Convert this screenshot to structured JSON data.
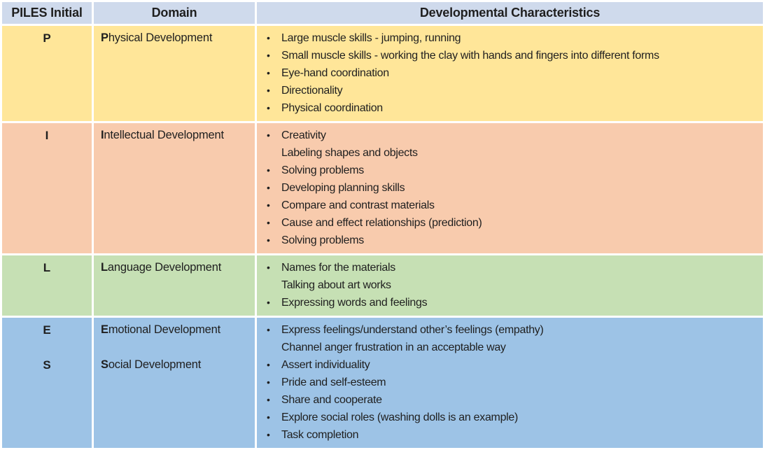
{
  "table": {
    "header": {
      "columns": [
        "PILES Initial",
        "Domain",
        "Developmental Characteristics"
      ]
    },
    "bullet_glyph": "•",
    "colors": {
      "header_bg": "#cfdaec",
      "row_physical_bg": "#ffe699",
      "row_intellectual_bg": "#f8cbad",
      "row_language_bg": "#c6e0b4",
      "row_emotional_social_bg": "#9dc3e6",
      "grid": "#ffffff",
      "text": "#1f1f1f"
    },
    "rows": [
      {
        "id": "physical",
        "bg": "#ffe699",
        "initials": [
          "P"
        ],
        "domains": [
          {
            "lead": "P",
            "rest": "hysical Development"
          }
        ],
        "items": [
          {
            "bullet": true,
            "text": "Large muscle skills - jumping, running"
          },
          {
            "bullet": true,
            "text": "Small muscle skills - working the clay with hands and fingers into different forms"
          },
          {
            "bullet": true,
            "text": "Eye-hand coordination"
          },
          {
            "bullet": true,
            "text": "Directionality"
          },
          {
            "bullet": true,
            "text": "Physical coordination"
          }
        ]
      },
      {
        "id": "intellectual",
        "bg": "#f8cbad",
        "initials": [
          "I"
        ],
        "domains": [
          {
            "lead": "I",
            "rest": "ntellectual Development"
          }
        ],
        "items": [
          {
            "bullet": true,
            "text": "Creativity"
          },
          {
            "bullet": false,
            "text": "Labeling shapes and objects"
          },
          {
            "bullet": true,
            "text": "Solving problems"
          },
          {
            "bullet": true,
            "text": "Developing planning skills"
          },
          {
            "bullet": true,
            "text": "Compare and contrast materials"
          },
          {
            "bullet": true,
            "text": "Cause and effect relationships (prediction)"
          },
          {
            "bullet": true,
            "text": "Solving problems"
          }
        ]
      },
      {
        "id": "language",
        "bg": "#c6e0b4",
        "initials": [
          "L"
        ],
        "domains": [
          {
            "lead": "L",
            "rest": "anguage Development"
          }
        ],
        "items": [
          {
            "bullet": true,
            "text": "Names for the materials"
          },
          {
            "bullet": false,
            "text": "Talking about art works"
          },
          {
            "bullet": true,
            "text": "Expressing words and feelings"
          }
        ]
      },
      {
        "id": "emotional-social",
        "bg": "#9dc3e6",
        "initials": [
          "E",
          "S"
        ],
        "domains": [
          {
            "lead": "E",
            "rest": "motional Development"
          },
          {
            "lead": "S",
            "rest": "ocial Development"
          }
        ],
        "items": [
          {
            "bullet": true,
            "text": "Express feelings/understand other’s feelings (empathy)"
          },
          {
            "bullet": false,
            "text": "Channel anger frustration in an acceptable way"
          },
          {
            "bullet": true,
            "text": "Assert individuality"
          },
          {
            "bullet": true,
            "text": "Pride and self-esteem"
          },
          {
            "bullet": true,
            "text": "Share and cooperate"
          },
          {
            "bullet": true,
            "text": "Explore social roles (washing dolls is an example)"
          },
          {
            "bullet": true,
            "text": "Task completion"
          }
        ]
      }
    ]
  }
}
